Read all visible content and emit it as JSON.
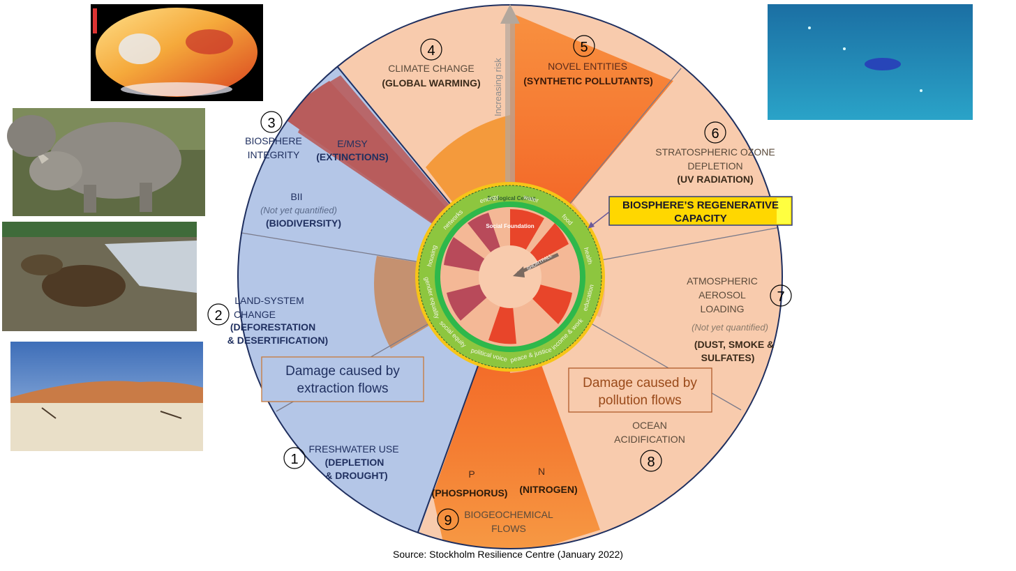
{
  "source": "Source: Stockholm Resilience Centre (January 2022)",
  "arrow_label": "Increasing risk",
  "regenerative_callout": "BIOSPHERE’S REGENERATIVE CAPACITY",
  "ceiling_label": "Ecological Ceiling",
  "foundation_label": "Social Foundation",
  "shortfall_label": "SHORTFALL",
  "extraction_box": [
    "Damage caused by",
    "extraction flows"
  ],
  "pollution_box": [
    "Damage caused by",
    "pollution flows"
  ],
  "boundaries": {
    "climate": {
      "num": "4",
      "name": "CLIMATE CHANGE",
      "sub": "(GLOBAL WARMING)"
    },
    "novel": {
      "num": "5",
      "name": "NOVEL ENTITIES",
      "sub": "(SYNTHETIC POLLUTANTS)"
    },
    "ozone": {
      "num": "6",
      "name_1": "STRATOSPHERIC OZONE",
      "name_2": "DEPLETION",
      "sub": "(UV RADIATION)"
    },
    "aerosol": {
      "num": "7",
      "name_1": "ATMOSPHERIC",
      "name_2": "AEROSOL",
      "name_3": "LOADING",
      "note": "(Not yet quantified)",
      "sub_1": "(DUST, SMOKE &",
      "sub_2": "SULFATES)"
    },
    "ocean": {
      "num": "8",
      "name_1": "OCEAN",
      "name_2": "ACIDIFICATION"
    },
    "biogeo": {
      "num": "9",
      "name_1": "BIOGEOCHEMICAL",
      "name_2": "FLOWS",
      "p": "P",
      "p_sub": "(PHOSPHORUS)",
      "n": "N",
      "n_sub": "(NITROGEN)"
    },
    "freshwater": {
      "num": "1",
      "name": "FRESHWATER USE",
      "sub_1": "(DEPLETION",
      "sub_2": "& DROUGHT)"
    },
    "land": {
      "num": "2",
      "name_1": "LAND-SYSTEM",
      "name_2": "CHANGE",
      "sub_1": "(DEFORESTATION",
      "sub_2": "& DESERTIFICATION)"
    },
    "biosphere": {
      "num": "3",
      "name_1": "BIOSPHERE",
      "name_2": "INTEGRITY",
      "emsy": "E/MSY",
      "emsy_sub": "(EXTINCTIONS)",
      "bii": "BII",
      "bii_note": "(Not yet quantified)",
      "bii_sub": "(BIODIVERSITY)"
    }
  },
  "social_sectors": [
    "water",
    "food",
    "health",
    "education",
    "income & work",
    "peace & justice",
    "political voice",
    "social equity",
    "gender equality",
    "housing",
    "networks",
    "energy"
  ],
  "colors": {
    "extraction": "#b4c6e7",
    "pollution": "#f8cbad",
    "overshoot": "#f26b2e",
    "extinction": "#b85c5c",
    "outer_green": "#8dc63f",
    "inner_green": "#2eb84b",
    "callout_yellow": "#ffd700"
  },
  "photos": [
    "heat-map-photo",
    "rhino-photo",
    "deforestation-photo",
    "desert-photo",
    "ocean-plastic-photo"
  ]
}
